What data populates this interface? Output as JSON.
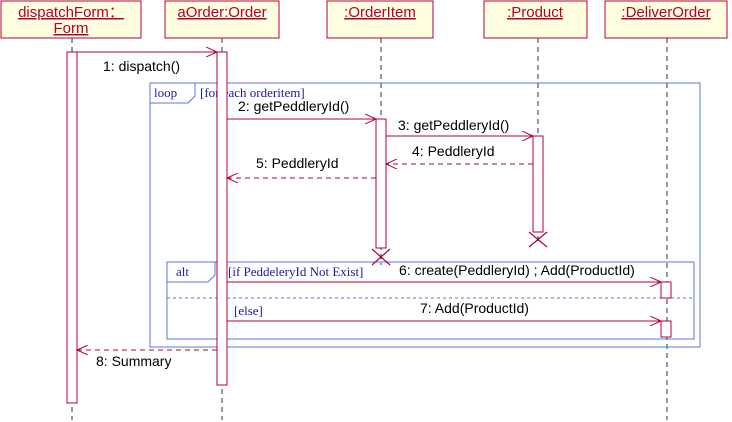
{
  "diagram": {
    "lifelines": [
      {
        "line1": "dispatchForm：",
        "line2": "Form"
      },
      {
        "line1": "aOrder:Order",
        "line2": ""
      },
      {
        "line1": ":OrderItem",
        "line2": ""
      },
      {
        "line1": ":Product",
        "line2": ""
      },
      {
        "line1": ":DeliverOrder",
        "line2": ""
      }
    ],
    "messages": [
      {
        "label": "1: dispatch()"
      },
      {
        "label": "2: getPeddleryId()"
      },
      {
        "label": "3: getPeddleryId()"
      },
      {
        "label": "4: PeddleryId"
      },
      {
        "label": "5: PeddleryId"
      },
      {
        "label": "6: create(PeddleryId) ; Add(ProductId)"
      },
      {
        "label": "7: Add(ProductId)"
      },
      {
        "label": "8: Summary"
      }
    ],
    "loop_frame": {
      "operator": "loop",
      "guard": "[for each orderitem]"
    },
    "alt_frame": {
      "operator": "alt",
      "guard1": "[if PeddeleryId Not Exist]",
      "guard2": "[else]"
    }
  },
  "colors": {
    "lifeline": "#b0003a",
    "box_fill": "#ffffe0",
    "frame": "#5a78d8",
    "guard_text": "#1a1aa8"
  }
}
